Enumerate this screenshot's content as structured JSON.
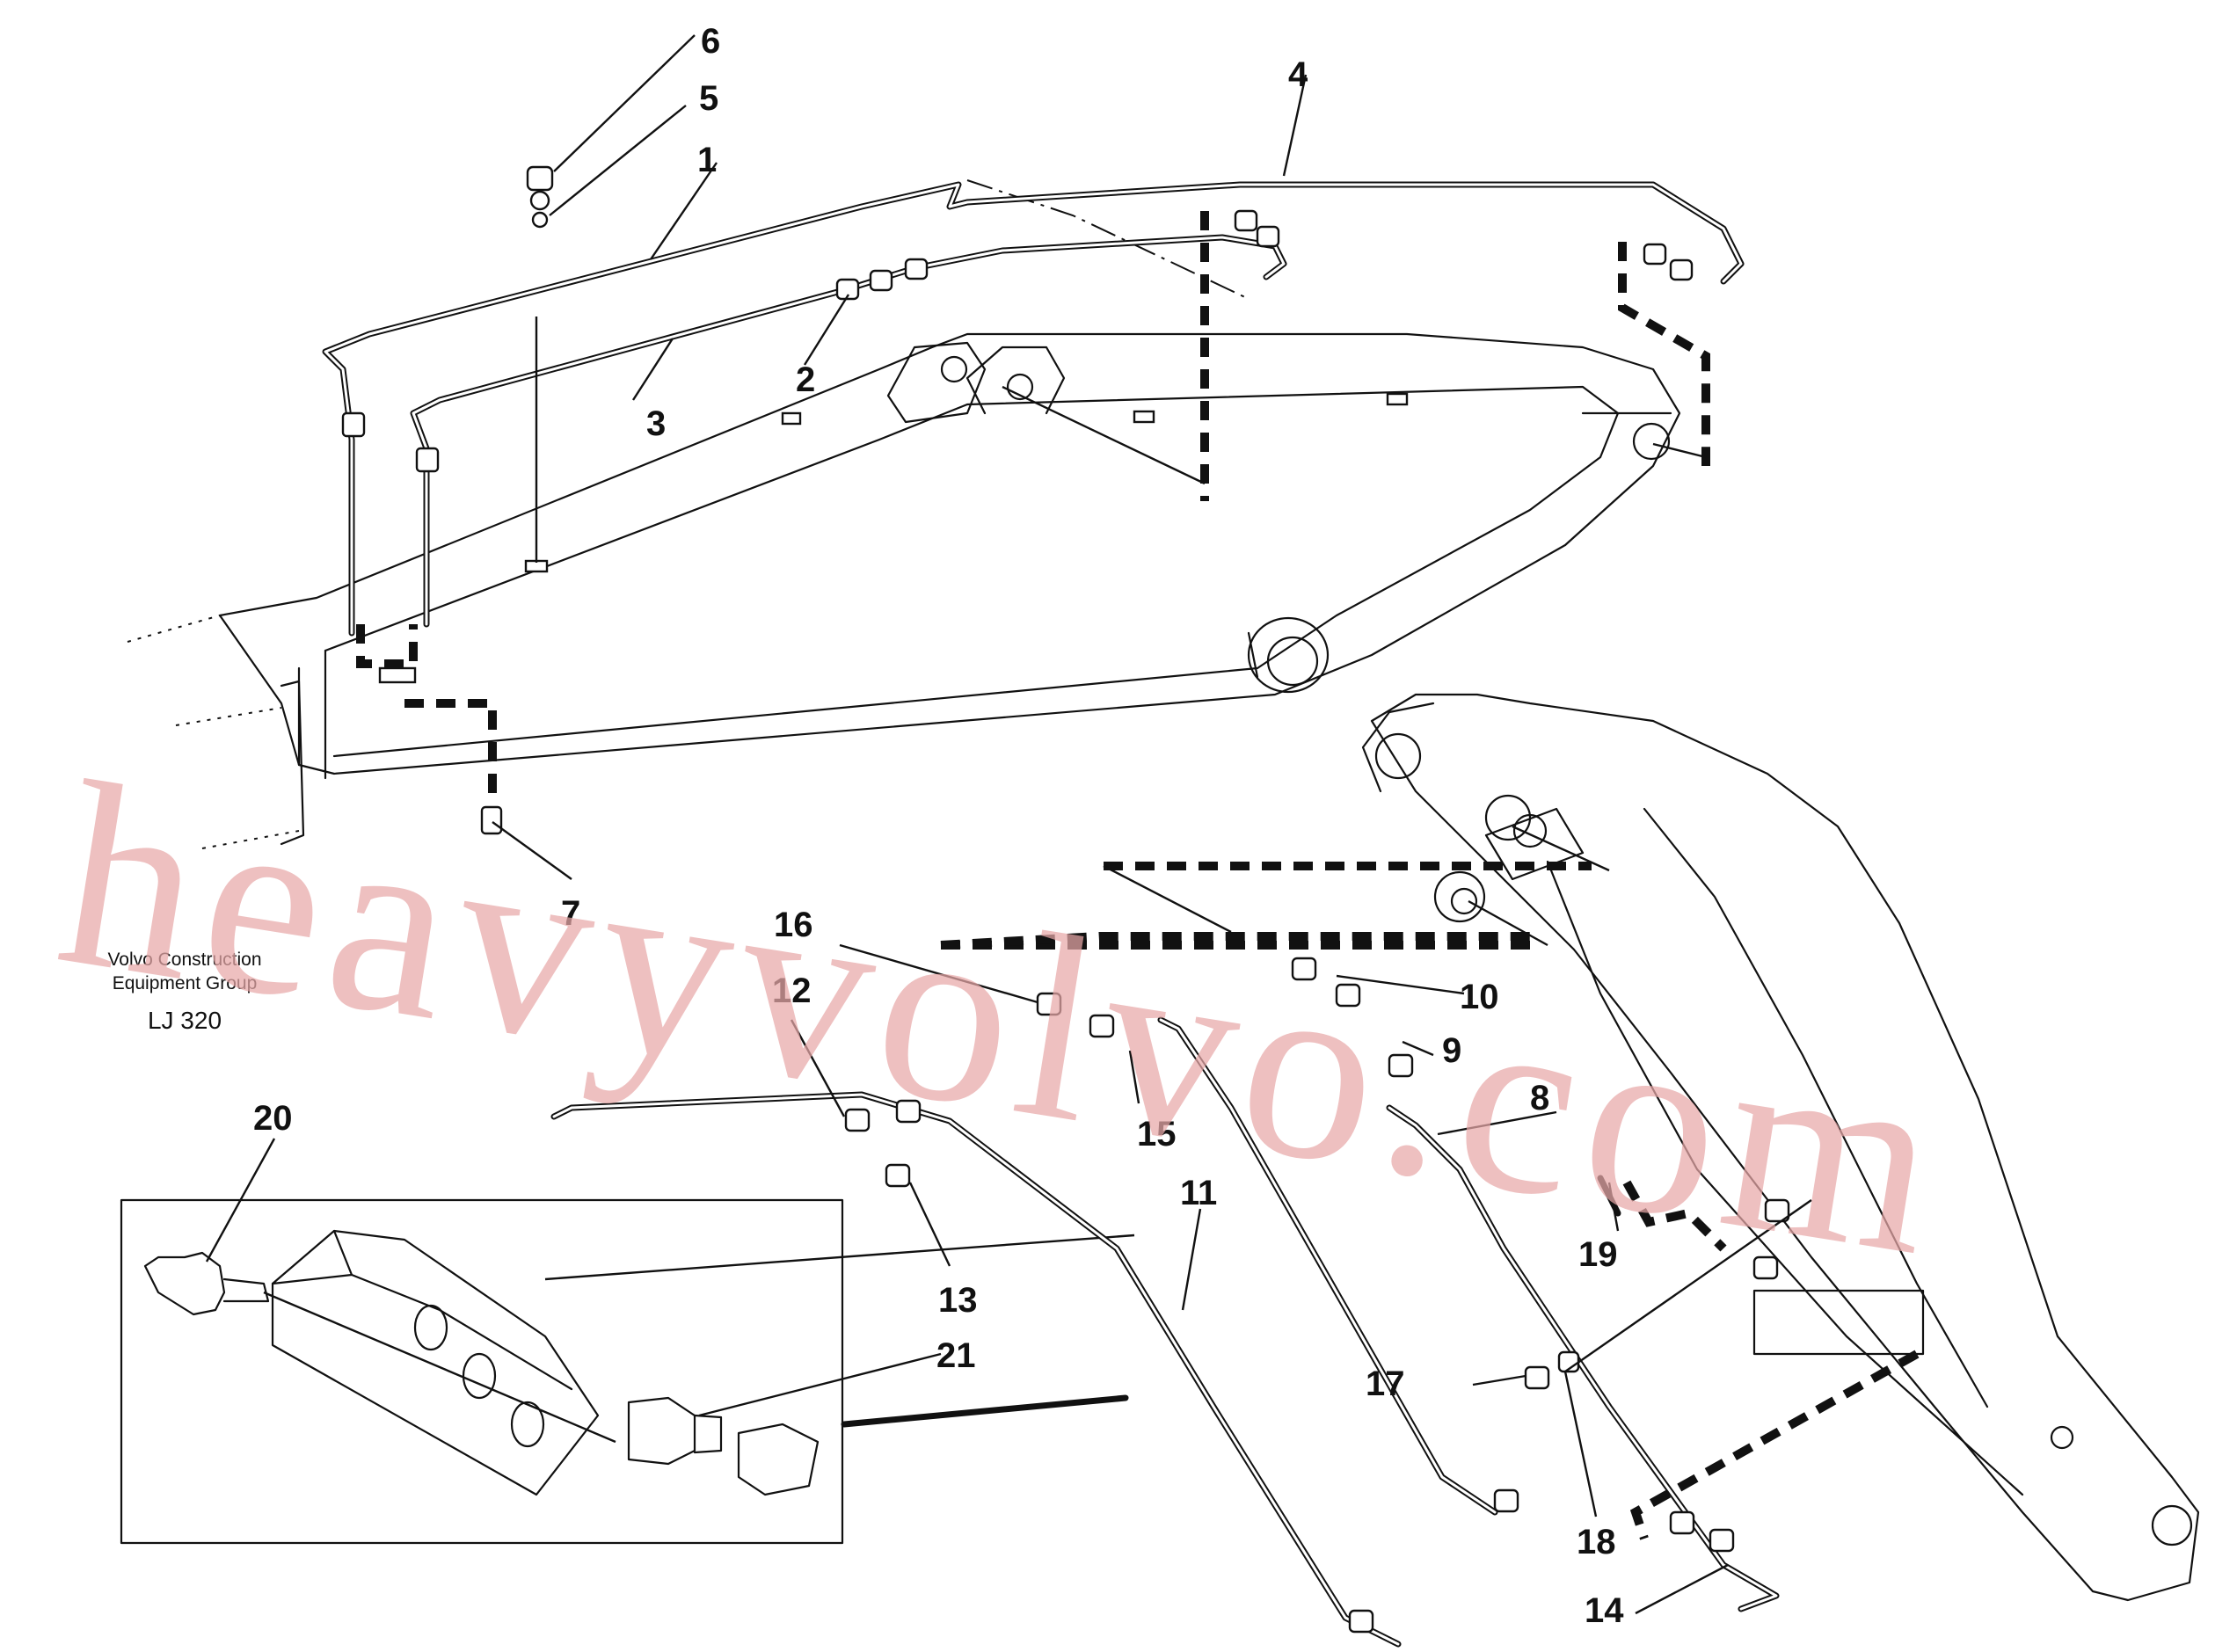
{
  "figure": {
    "caption_line1": "Volvo Construction",
    "caption_line2": "Equipment Group",
    "drawing_code": "LJ 320",
    "watermark": "heavyvolvo.com"
  },
  "callouts": [
    {
      "id": "c1",
      "label": "1"
    },
    {
      "id": "c2",
      "label": "2"
    },
    {
      "id": "c3",
      "label": "3"
    },
    {
      "id": "c4",
      "label": "4"
    },
    {
      "id": "c5",
      "label": "5"
    },
    {
      "id": "c6",
      "label": "6"
    },
    {
      "id": "c7",
      "label": "7"
    },
    {
      "id": "c8",
      "label": "8"
    },
    {
      "id": "c9",
      "label": "9"
    },
    {
      "id": "c10",
      "label": "10"
    },
    {
      "id": "c11",
      "label": "11"
    },
    {
      "id": "c12",
      "label": "12"
    },
    {
      "id": "c13",
      "label": "13"
    },
    {
      "id": "c14",
      "label": "14"
    },
    {
      "id": "c15",
      "label": "15"
    },
    {
      "id": "c16",
      "label": "16"
    },
    {
      "id": "c17",
      "label": "17"
    },
    {
      "id": "c18",
      "label": "18"
    },
    {
      "id": "c19",
      "label": "19"
    },
    {
      "id": "c20",
      "label": "20"
    },
    {
      "id": "c21",
      "label": "21"
    }
  ]
}
